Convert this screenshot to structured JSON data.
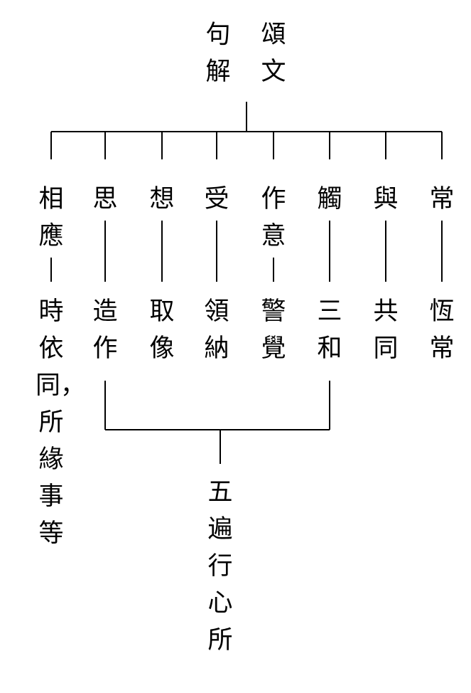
{
  "root": {
    "col1": "頌文",
    "col2": "句解"
  },
  "branches": [
    {
      "term": "相應",
      "gloss": "時依同，所緣事等"
    },
    {
      "term": "思",
      "gloss": "造作"
    },
    {
      "term": "想",
      "gloss": "取像"
    },
    {
      "term": "受",
      "gloss": "領納"
    },
    {
      "term": "作意",
      "gloss": "警覺"
    },
    {
      "term": "觸",
      "gloss": "三和"
    },
    {
      "term": "與",
      "gloss": "共同"
    },
    {
      "term": "常",
      "gloss": "恆常"
    }
  ],
  "conclusion": "五遍行心所"
}
